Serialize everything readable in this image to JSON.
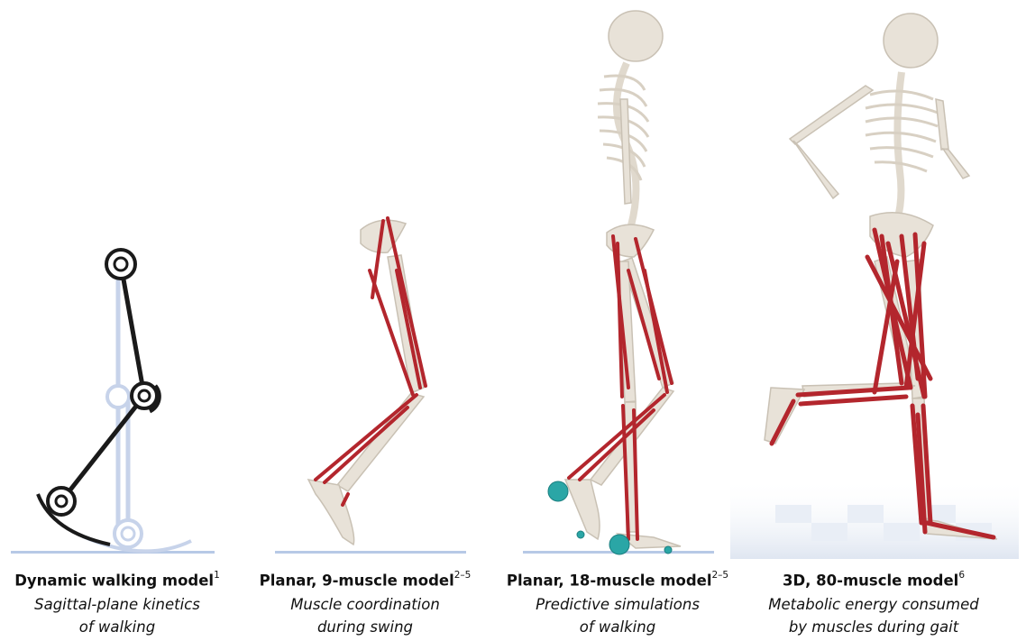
{
  "panels": [
    {
      "title": "Dynamic walking model",
      "ref": "1",
      "subtitle_lines": [
        "Sagittal-plane kinetics",
        "of walking"
      ]
    },
    {
      "title": "Planar, 9-muscle model",
      "ref": "2–5",
      "subtitle_lines": [
        "Muscle coordination",
        "during swing"
      ]
    },
    {
      "title": "Planar, 18-muscle model",
      "ref": "2–5",
      "subtitle_lines": [
        "Predictive simulations",
        "of walking"
      ]
    },
    {
      "title": "3D, 80-muscle model",
      "ref": "6",
      "subtitle_lines": [
        "Metabolic energy consumed",
        "by muscles during gait"
      ]
    }
  ],
  "colors": {
    "bone": "#e8e2d8",
    "bone_shadow": "#c9c1b4",
    "muscle": "#b3262d",
    "muscle_dark": "#7d151b",
    "contact_sphere": "#2aa6a6",
    "ground": "#b7c9e6",
    "pendulum_ghost": "#c7d3ea",
    "pendulum": "#1a1a1a"
  }
}
